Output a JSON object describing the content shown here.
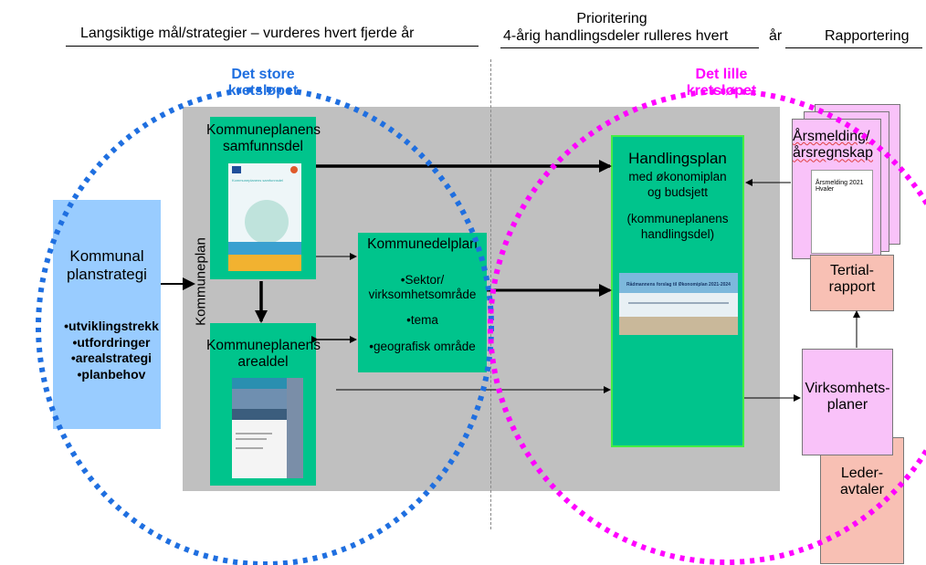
{
  "header": {
    "left": "Langsiktige mål/strategier – vurderes hvert fjerde år",
    "middle_line1": "Prioritering",
    "middle_line2": "4-årig handlingsdeler rulleres hvert",
    "middle_suffix": "år",
    "right": "Rapportering"
  },
  "cycles": {
    "big": "Det store kretsløpet",
    "small": "Det lille kretsløpet",
    "big_color": "#1f6fe0",
    "small_color": "#ff00ff"
  },
  "boxes": {
    "planstrategi": {
      "title_line1": "Kommunal",
      "title_line2": "planstrategi",
      "bullets": [
        "•utviklingstrekk",
        "•utfordringer",
        "•arealstrategi",
        "•planbehov"
      ]
    },
    "kommuneplan_label": "Kommuneplan",
    "samfunnsdel": {
      "line1": "Kommuneplanens",
      "line2": "samfunnsdel",
      "thumb_text": "Kommuneplanens samfunnsdel"
    },
    "arealdel": {
      "line1": "Kommuneplanens",
      "line2": "arealdel"
    },
    "kommunedelplan": {
      "title": "Kommunedelplan",
      "items": [
        "•Sektor/ virksomhetsområde",
        "•tema",
        "•geografisk område"
      ]
    },
    "handlingsplan": {
      "title": "Handlingsplan",
      "sub1": "med økonomiplan",
      "sub2": "og budsjett",
      "sub3": "(kommuneplanens",
      "sub4": "handlingsdel)",
      "thumb_title": "Rådmannens forslag til Økonomiplan 2021-2024"
    },
    "arsmelding": {
      "line1": "Årsmelding/",
      "line2": "årsregnskap",
      "thumb_text": "Årsmelding 2021 Hvaler"
    },
    "tertial": {
      "line1": "Tertial-",
      "line2": "rapport"
    },
    "virksomhet": {
      "line1": "Virksomhets-",
      "line2": "planer"
    },
    "leder": {
      "line1": "Leder-",
      "line2": "avtaler"
    }
  },
  "colors": {
    "green": "#00c48c",
    "blue_box": "#99ccff",
    "gray_area": "#c0c0c0",
    "handling_border": "#44ee44",
    "pink": "#f9c2f9",
    "salmon": "#f8c0b4"
  }
}
